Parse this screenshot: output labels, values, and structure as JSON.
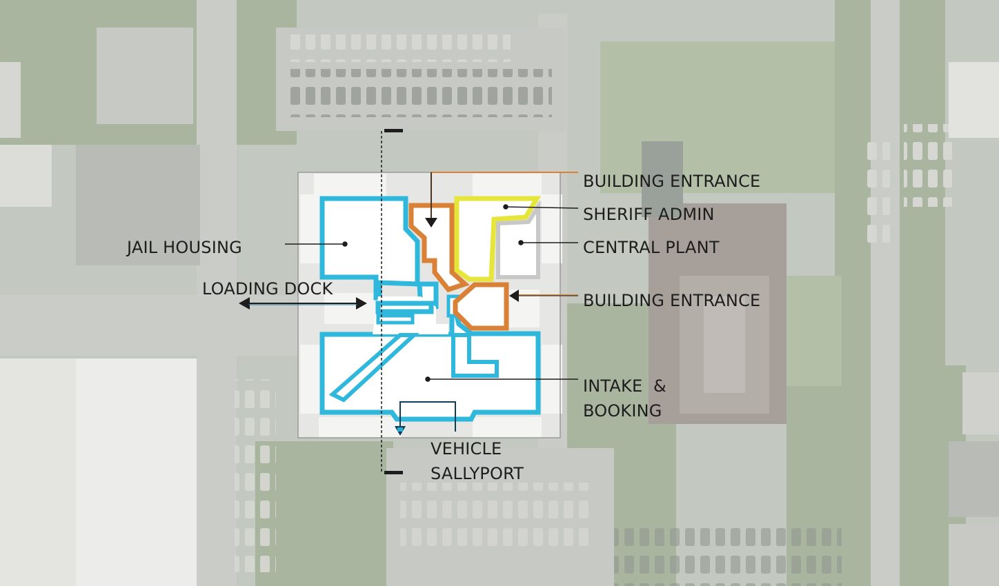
{
  "labels": {
    "building_entrance_north": "BUILDING ENTRANCE",
    "sheriff_admin": "SHERIFF ADMIN",
    "central_plant": "CENTRAL PLANT",
    "building_entrance_east": "BUILDING ENTRANCE",
    "jail_housing": "JAIL HOUSING",
    "loading_dock": "LOADING DOCK",
    "intake_booking_line1": "INTAKE  &",
    "intake_booking_line2": "BOOKING",
    "vehicle_line1": "VEHICLE",
    "vehicle_line2": "SALLYPORT"
  },
  "colors": {
    "jail_outline": "#2fb8dc",
    "entrance_outline": "#d98136",
    "sheriff_outline": "#e6e63a",
    "plant_outline": "#c8c8c8",
    "leader_line": "#1d1d1d",
    "arrow_dark": "#0d3c5a",
    "ortho_tint": "#c3c8c0"
  },
  "icons": {
    "entrance_arrow": "arrow-down-icon",
    "entrance_arrow_east": "arrow-left-icon",
    "dock_arrow": "double-arrow-icon",
    "sallyport_arrow": "arrow-down-icon"
  }
}
